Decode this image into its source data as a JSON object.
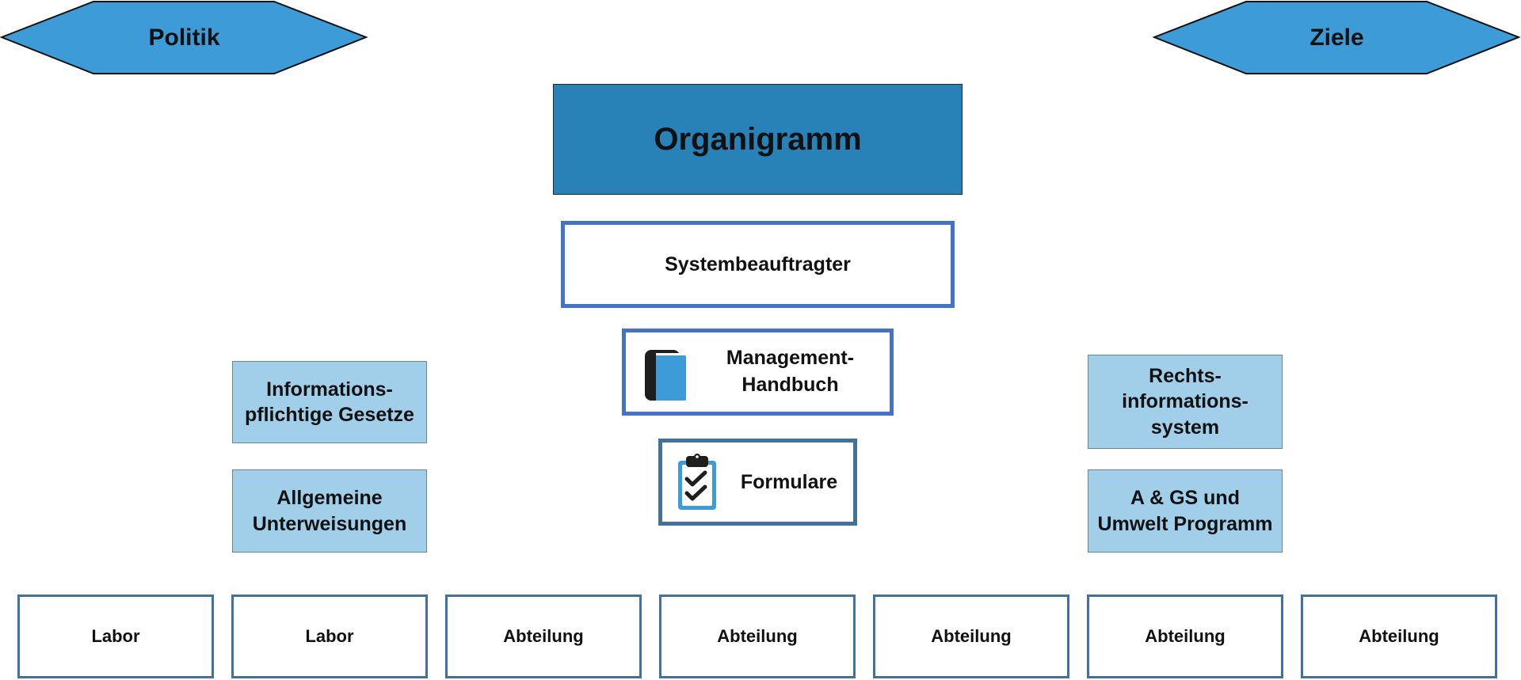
{
  "top": {
    "left_hex": "Politik",
    "right_hex": "Ziele",
    "title": "Organigramm"
  },
  "center": {
    "systembeauftragter": "Systembeauftragter",
    "handbuch_line1": "Management-",
    "handbuch_line2": "Handbuch",
    "formulare": "Formulare"
  },
  "left_boxes": [
    {
      "line1": "Informations-",
      "line2": "pflichtige Gesetze"
    },
    {
      "line1": "Allgemeine",
      "line2": "Unterweisungen"
    }
  ],
  "right_boxes": [
    {
      "line1": "Rechts-",
      "line2": "informations-",
      "line3": "system"
    },
    {
      "line1": "A & GS und",
      "line2": "Umwelt Programm"
    }
  ],
  "departments": [
    "Labor",
    "Labor",
    "Abteilung",
    "Abteilung",
    "Abteilung",
    "Abteilung",
    "Abteilung"
  ],
  "colors": {
    "hex_fill": "#3d9bd7",
    "title_fill": "#2882b7",
    "light_box": "#a1cfea",
    "outline_blue": "#4472c4",
    "outline_steel": "#41719c"
  },
  "icons": [
    "book-icon",
    "clipboard-check-icon"
  ]
}
